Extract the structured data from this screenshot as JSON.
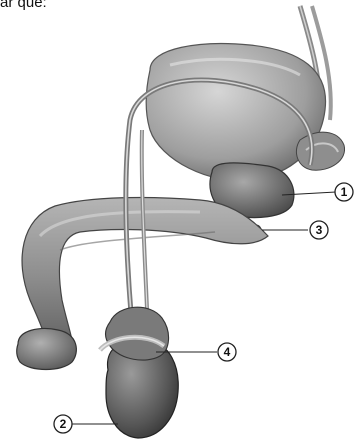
{
  "header": {
    "partial_text": "ar que:"
  },
  "callouts": [
    {
      "id": "1",
      "number": "1"
    },
    {
      "id": "2",
      "number": "2"
    },
    {
      "id": "3",
      "number": "3"
    },
    {
      "id": "4",
      "number": "4"
    }
  ],
  "colors": {
    "tissue_light": "#c9c9c9",
    "tissue_mid": "#9a9a9a",
    "tissue_dark": "#5e5e5e",
    "outline": "#3a3a3a"
  }
}
